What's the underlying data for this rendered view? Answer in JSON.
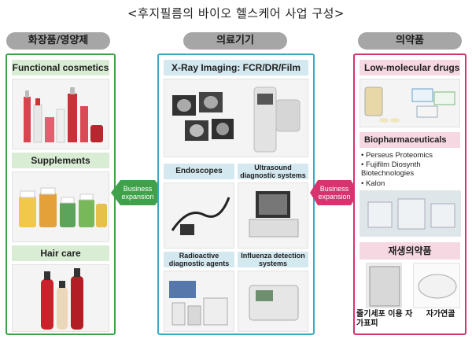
{
  "title": "<후지필름의 바이오 헬스케어 사업 구성>",
  "categories": {
    "left": "화장품/영양제",
    "center": "의료기기",
    "right": "의약품"
  },
  "left_panel": {
    "sections": [
      "Functional cosmetics",
      "Supplements",
      "Hair care"
    ]
  },
  "center_panel": {
    "xray": "X-Ray Imaging: FCR/DR/Film",
    "endoscopes": "Endoscopes",
    "ultrasound": "Ultrasound diagnostic systems",
    "radioactive": "Radioactive diagnostic agents",
    "influenza": "Influenza detection systems"
  },
  "right_panel": {
    "low_molecular": "Low-molecular drugs",
    "biopharma": "Biopharmaceuticals",
    "biopharma_items": [
      "Perseus Proteomics",
      "Fujifilm Diosynth Biotechnologies",
      "Kalon"
    ],
    "regen": "재생의약품",
    "regen_items": [
      "줄기세포 이용 자가표피",
      "자가연골"
    ]
  },
  "arrows": {
    "left": "Business expansion",
    "right": "Business expansion"
  },
  "colors": {
    "green": "#3fa24a",
    "blue": "#39a9c5",
    "pink": "#d6336f",
    "pill": "#a6a6a6"
  }
}
